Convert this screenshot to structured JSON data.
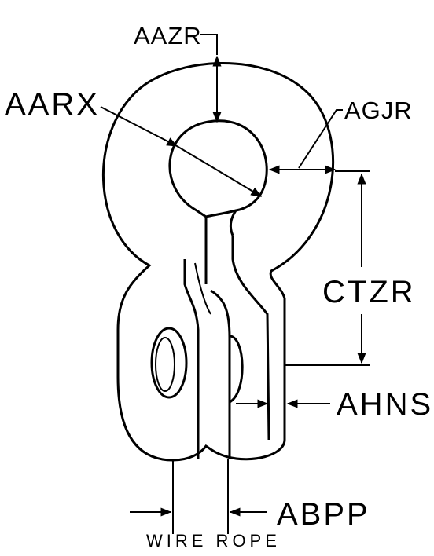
{
  "labels": {
    "aazr": "AAZR",
    "aarx": "AARX",
    "agjr": "AGJR",
    "ctzr": "CTZR",
    "ahns": "AHNS",
    "abpp": "ABPP",
    "wire_rope": "WIRE ROPE"
  }
}
